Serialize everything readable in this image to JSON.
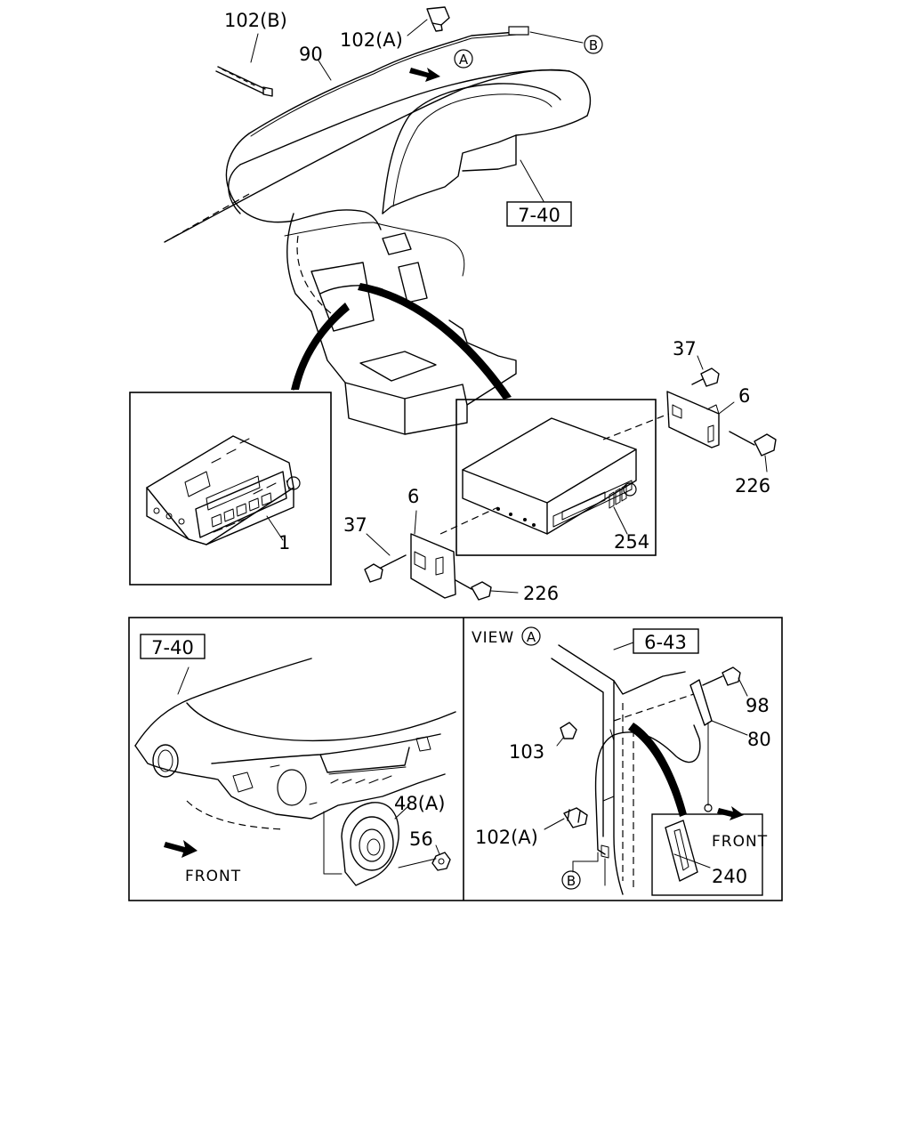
{
  "labels": {
    "p102b": "102(B)",
    "p102a_top": "102(A)",
    "p90": "90",
    "circle_b_top": "B",
    "circle_a_top": "A",
    "ref_7_40_top": "7-40",
    "p37_right": "37",
    "p6_right": "6",
    "p226_right": "226",
    "p254": "254",
    "p1": "1",
    "p6_left": "6",
    "p37_left": "37",
    "p226_left": "226",
    "ref_7_40_bottom": "7-40",
    "p48a": "48(A)",
    "p56": "56",
    "front_left": "FRONT",
    "view_text": "VIEW",
    "view_circle": "A",
    "ref_6_43": "6-43",
    "p98": "98",
    "p80": "80",
    "p103": "103",
    "p102a_bottom": "102(A)",
    "front_right": "FRONT",
    "p240": "240",
    "circle_b_bottom": "B"
  }
}
